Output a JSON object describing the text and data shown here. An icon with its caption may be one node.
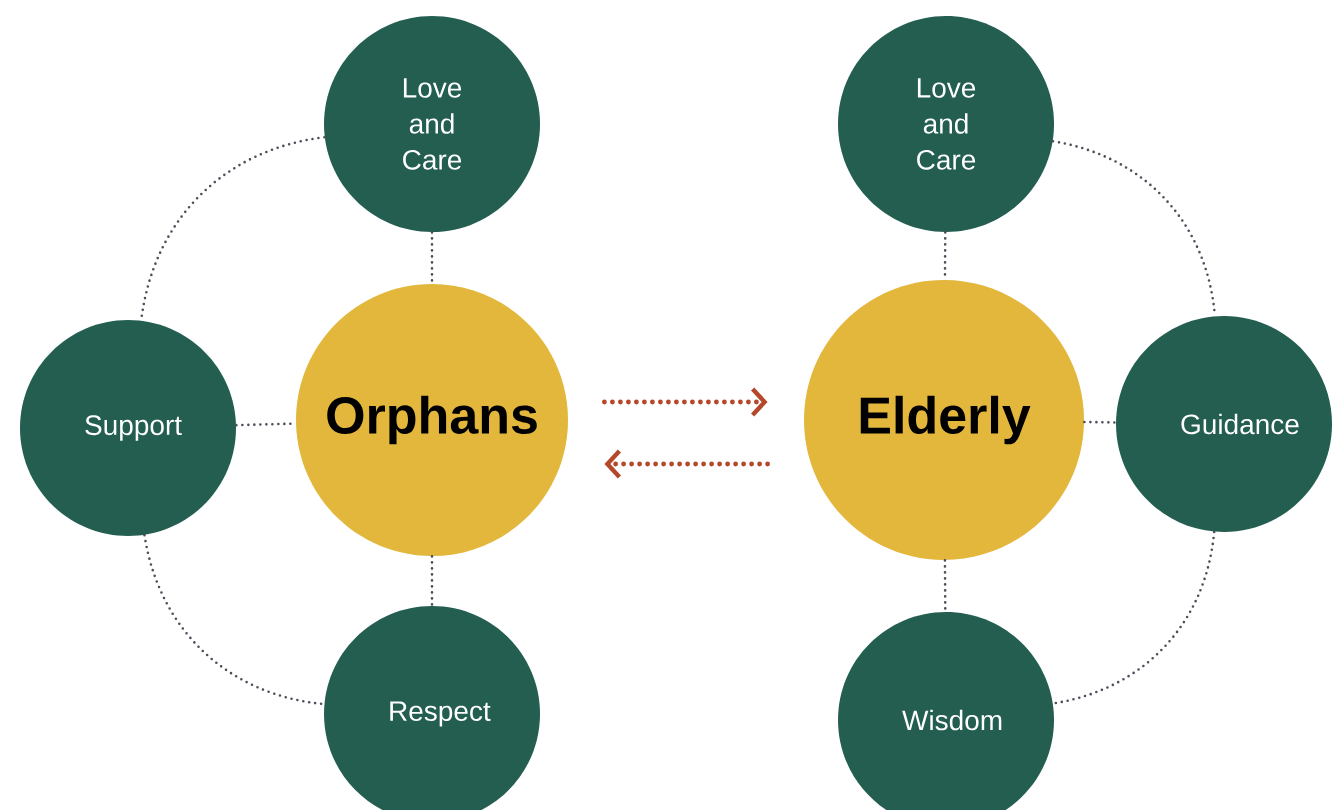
{
  "diagram": {
    "nodes": [
      {
        "text": [
          "Love and Care"
        ]
      },
      {
        "text": [
          "Love and Care"
        ]
      },
      {
        "text": [
          "Support"
        ]
      },
      {
        "text": [
          "Orphans"
        ]
      },
      {
        "text": [
          "Elderly"
        ]
      },
      {
        "text": [
          "Guidance"
        ]
      },
      {
        "text": [
          "Respect"
        ]
      },
      {
        "text": [
          "Wisdom"
        ]
      }
    ],
    "edges": [
      {
        "from": 0,
        "to": 3,
        "arrow": "none"
      },
      {
        "from": 2,
        "to": 3,
        "arrow": "none"
      },
      {
        "from": 3,
        "to": 6,
        "arrow": "none"
      },
      {
        "from": 0,
        "to": 2,
        "arrow": "none"
      },
      {
        "from": 2,
        "to": 6,
        "arrow": "none"
      },
      {
        "from": 1,
        "to": 4,
        "arrow": "none"
      },
      {
        "from": 4,
        "to": 5,
        "arrow": "none"
      },
      {
        "from": 4,
        "to": 7,
        "arrow": "none"
      },
      {
        "from": 1,
        "to": 5,
        "arrow": "none"
      },
      {
        "from": 5,
        "to": 7,
        "arrow": "none"
      },
      {
        "from": 3,
        "to": 4,
        "arrow": "to",
        "style": "dashed",
        "color": "#b5482a"
      },
      {
        "from": 4,
        "to": 3,
        "arrow": "to",
        "style": "dashed",
        "color": "#b5482a"
      }
    ]
  }
}
